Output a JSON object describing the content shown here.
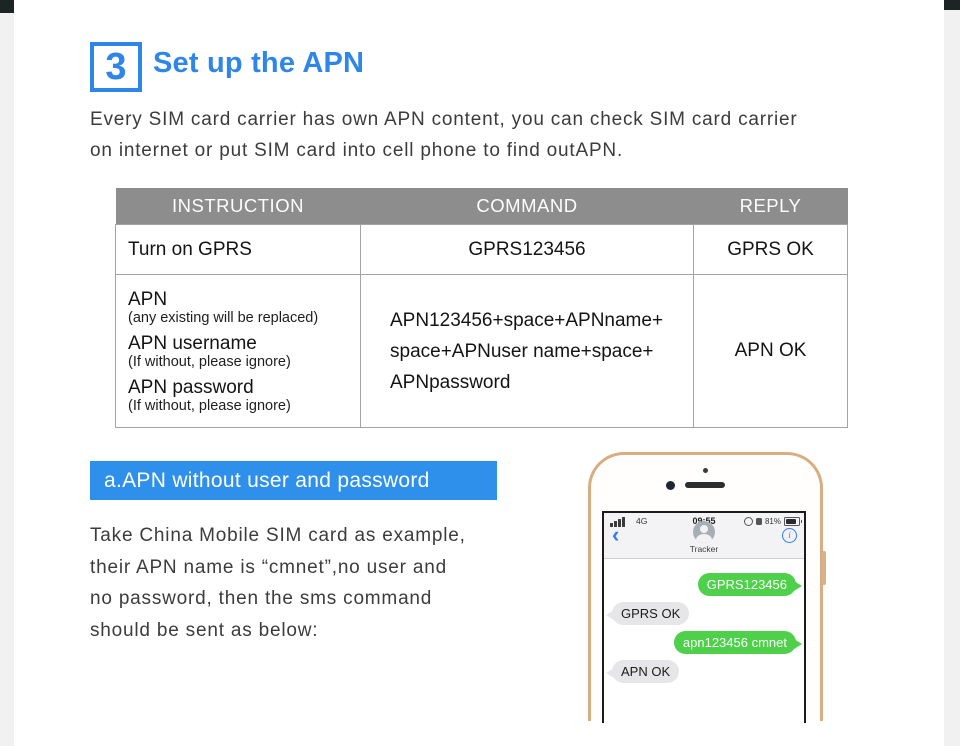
{
  "header": {
    "step_number": "3",
    "title": "Set up the APN"
  },
  "intro": {
    "line1": "Every SIM card carrier has own APN content, you can check SIM card carrier",
    "line2": "on internet or put SIM card into cell phone to find outAPN."
  },
  "table": {
    "headers": [
      "INSTRUCTION",
      "COMMAND",
      "REPLY"
    ],
    "row1": {
      "instruction": "Turn on GPRS",
      "command": "GPRS123456",
      "reply": "GPRS OK"
    },
    "row2": {
      "instruction": [
        {
          "main": "APN",
          "note": "(any existing will be replaced)"
        },
        {
          "main": "APN username",
          "note": "(If without, please ignore)"
        },
        {
          "main": "APN password",
          "note": "(If without, please ignore)"
        }
      ],
      "command_lines": [
        "APN123456+space+APNname+",
        "space+APNuser name+space+",
        "APNpassword"
      ],
      "reply": "APN OK"
    }
  },
  "section_a": {
    "banner": "a.APN without user and password",
    "lines": [
      "Take China Mobile SIM card as example,",
      "their APN name is “cmnet”,no user and",
      "no password, then the sms command",
      "should be sent as below:"
    ]
  },
  "phone": {
    "status": {
      "network": "4G",
      "time": "09:55",
      "battery_percent": "81%"
    },
    "contact_name": "Tracker",
    "messages": [
      {
        "sender": "user",
        "text": "GPRS123456"
      },
      {
        "sender": "tracker",
        "text": "GPRS OK"
      },
      {
        "sender": "user",
        "text": "apn123456 cmnet"
      },
      {
        "sender": "tracker",
        "text": "APN OK"
      }
    ]
  },
  "icons": {
    "back_chevron": "‹",
    "info": "i"
  },
  "colors": {
    "accent_blue": "#2e86e8",
    "banner_blue": "#2e90ea",
    "table_header_gray": "#8d8d8d",
    "message_green": "#4ed04b",
    "message_gray": "#e6e6e8",
    "ios_blue": "#2f7cf6",
    "phone_gold": "#d7ad82"
  }
}
